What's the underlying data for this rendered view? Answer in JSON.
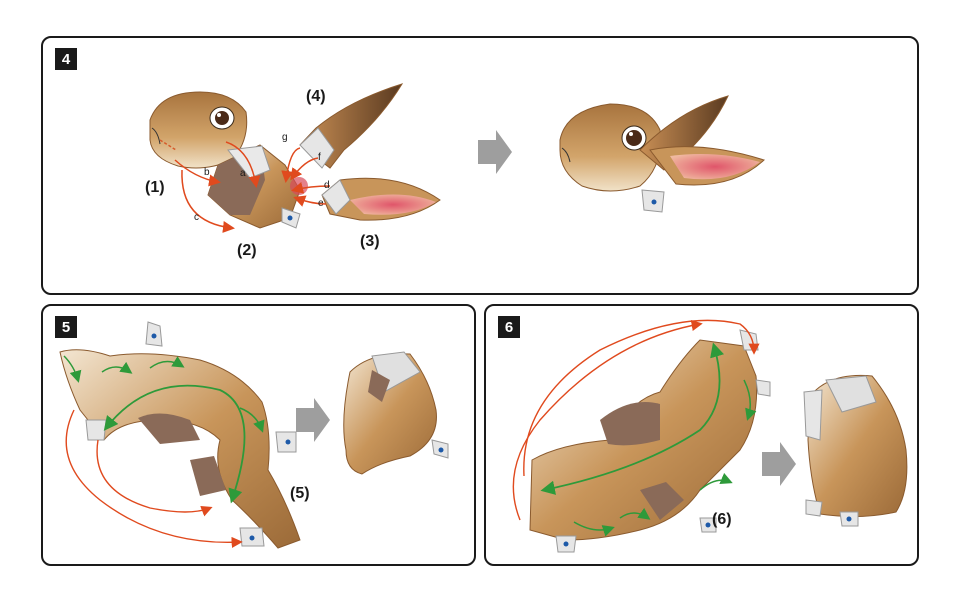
{
  "steps": [
    {
      "number": "4",
      "parts": {
        "p1": "(1)",
        "p2": "(2)",
        "p3": "(3)",
        "p4": "(4)"
      },
      "letters": {
        "a": "a",
        "b": "b",
        "c": "c",
        "d": "d",
        "e": "e",
        "f": "f",
        "g": "g"
      }
    },
    {
      "number": "5",
      "parts": {
        "p5": "(5)"
      }
    },
    {
      "number": "6",
      "parts": {
        "p6": "(6)"
      }
    }
  ],
  "colors": {
    "fur": "#c8955a",
    "fur_dark": "#8a5a2e",
    "fold_red": "#e04a1e",
    "fold_green": "#2e9a3a",
    "arrow": "#9e9e9e",
    "tab": "#e6e6e6"
  },
  "icons": [
    "next-step-arrow-icon",
    "glue-dot-icon"
  ]
}
